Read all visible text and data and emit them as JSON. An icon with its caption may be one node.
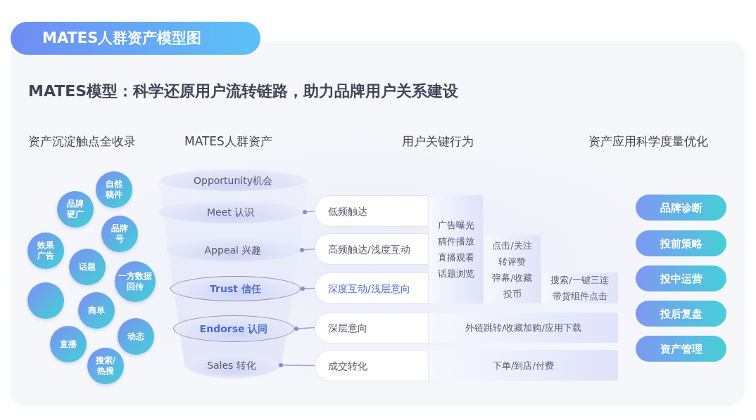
{
  "diagram": {
    "title": "MATES人群资产模型图",
    "nodes": [
      {
        "text": [
          "Opportunity机会"
        ]
      },
      {
        "text": [
          "Meet 认识"
        ]
      },
      {
        "text": [
          "Appeal 兴趣"
        ]
      },
      {
        "text": [
          "Trust 信任"
        ]
      },
      {
        "text": [
          "Endorse 认同"
        ]
      },
      {
        "text": [
          "Sales 转化"
        ]
      },
      {
        "text": [
          "低频触达"
        ]
      },
      {
        "text": [
          "高频触达/浅度互动"
        ]
      },
      {
        "text": [
          "深度互动/浅层意向"
        ]
      },
      {
        "text": [
          "深层意向"
        ]
      },
      {
        "text": [
          "成交转化"
        ]
      },
      {
        "text": [
          "广告曝光",
          "稿件播放",
          "直播观看",
          "话题浏览"
        ]
      },
      {
        "text": [
          "点击/关注",
          "转评赞",
          "弹幕/收藏",
          "投币"
        ]
      },
      {
        "text": [
          "搜索/一键三连",
          "带货组件点击"
        ]
      },
      {
        "text": [
          "外链跳转/收藏加购/应用下载"
        ]
      },
      {
        "text": [
          "下单/到店/付费"
        ]
      },
      {
        "text": [
          "自然稿件"
        ]
      },
      {
        "text": [
          "品牌硬广"
        ]
      },
      {
        "text": [
          "品牌号"
        ]
      },
      {
        "text": [
          "效果广告"
        ]
      },
      {
        "text": [
          "话题"
        ]
      },
      {
        "text": [
          "一方数据回传"
        ]
      },
      {
        "text": [],
        "shape": "circle"
      },
      {
        "text": [
          "商单"
        ]
      },
      {
        "text": [
          "动态"
        ]
      },
      {
        "text": [
          "直播"
        ]
      },
      {
        "text": [
          "搜索/热搜"
        ]
      },
      {
        "text": [
          "品牌诊断"
        ]
      },
      {
        "text": [
          "投前策略"
        ]
      },
      {
        "text": [
          "投中运营"
        ]
      },
      {
        "text": [
          "投后复盘"
        ]
      },
      {
        "text": [
          "资产管理"
        ]
      }
    ],
    "edges": [
      {
        "from": 1,
        "to": 6,
        "arrow": "other"
      },
      {
        "from": 2,
        "to": 7,
        "arrow": "other"
      },
      {
        "from": 3,
        "to": 8,
        "arrow": "other"
      },
      {
        "from": 4,
        "to": 9,
        "arrow": "other"
      },
      {
        "from": 5,
        "to": 10,
        "arrow": "other"
      }
    ],
    "labels": [
      "MATES模型：科学还原用户流转链路，助力品牌用户关系建设",
      "资产沉淀触点全收录",
      "MATES人群资产",
      "用户关键行为",
      "资产应用科学度量优化"
    ]
  }
}
